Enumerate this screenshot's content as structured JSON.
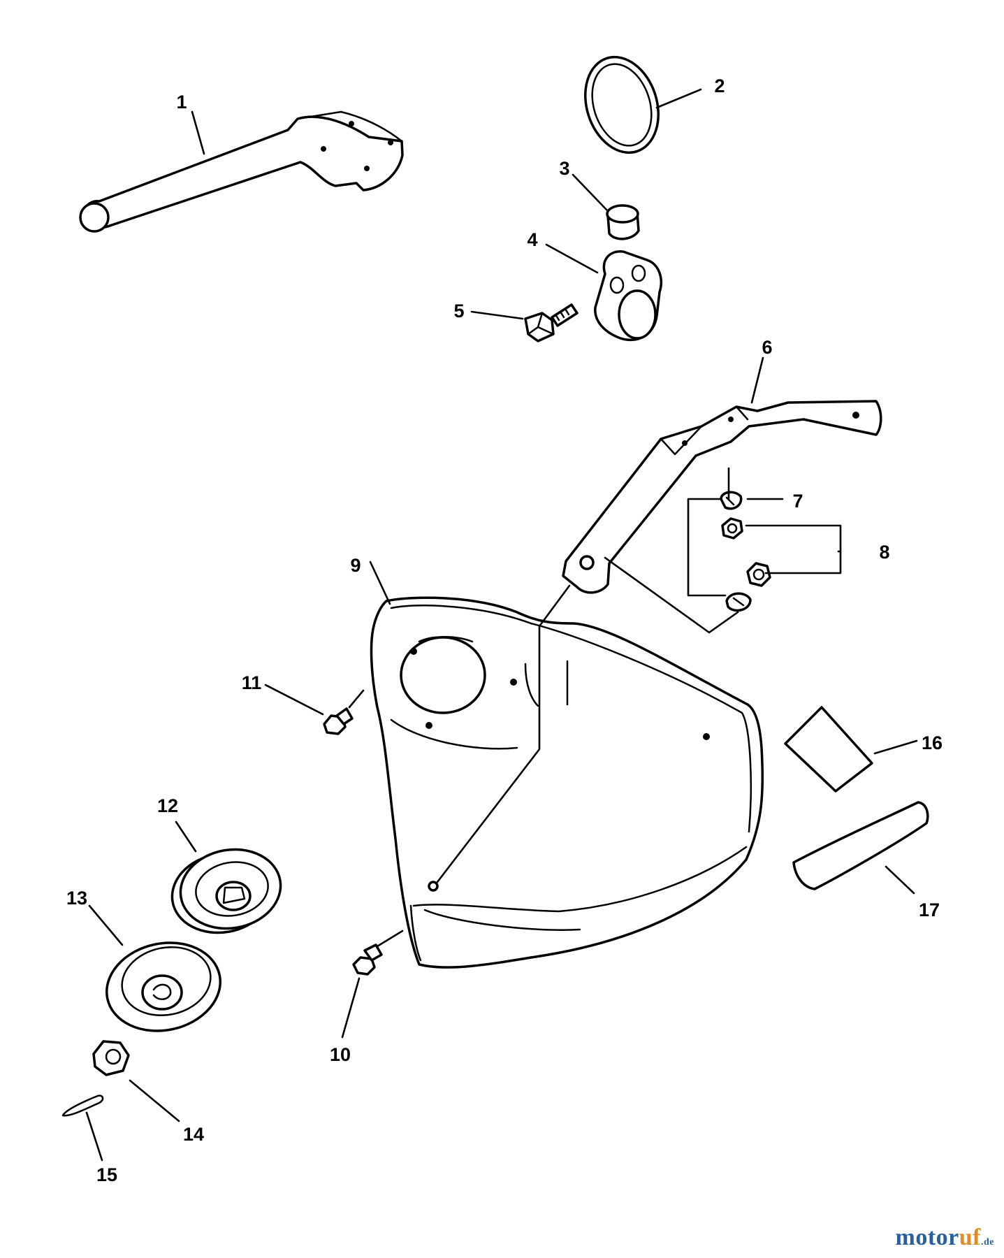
{
  "callouts": [
    "1",
    "2",
    "3",
    "4",
    "5",
    "6",
    "7",
    "8",
    "9",
    "10",
    "11",
    "12",
    "13",
    "14",
    "15",
    "16",
    "17"
  ],
  "watermark": {
    "part1": "motor",
    "part2": "uf",
    "tld": ".de"
  }
}
